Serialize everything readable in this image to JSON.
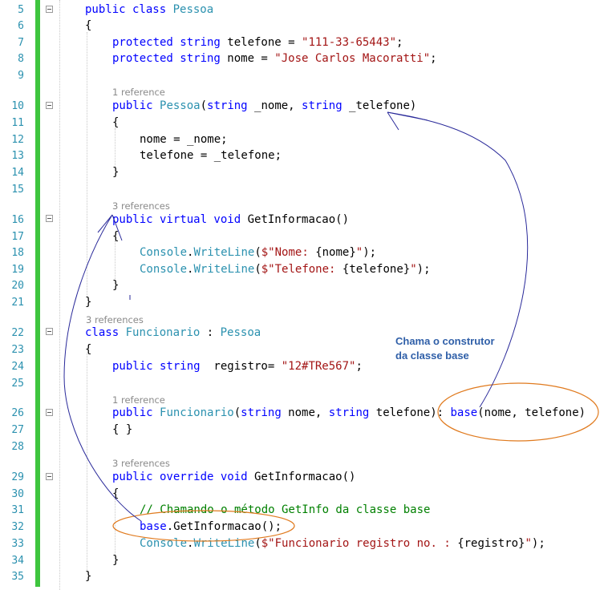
{
  "gutter": {
    "line_numbers": [
      "5",
      "6",
      "7",
      "8",
      "9",
      "10",
      "11",
      "12",
      "13",
      "14",
      "15",
      "16",
      "17",
      "18",
      "19",
      "20",
      "21",
      "22",
      "23",
      "24",
      "25",
      "26",
      "27",
      "28",
      "29",
      "30",
      "31",
      "32",
      "33",
      "34",
      "35"
    ]
  },
  "code_lens": [
    "1 reference",
    "3 references",
    "3 references",
    "1 reference",
    "3 references"
  ],
  "code": {
    "l5_kw": "public class",
    "l5_cls": "Pessoa",
    "l6": "{",
    "l7_kw": "protected string",
    "l7_id": " telefone = ",
    "l7_str": "\"111-33-65443\"",
    "l7_end": ";",
    "l8_kw": "protected string",
    "l8_id": " nome = ",
    "l8_str": "\"Jose Carlos Macoratti\"",
    "l8_end": ";",
    "l10_kw": "public",
    "l10_cls": "Pessoa",
    "l10_p1": "(",
    "l10_kw2": "string",
    "l10_p2": " _nome, ",
    "l10_kw3": "string",
    "l10_p3": " _telefone)",
    "l11": "{",
    "l12": "nome = _nome;",
    "l13": "telefone = _telefone;",
    "l14": "}",
    "l16_kw": "public virtual void",
    "l16_id": " GetInformacao()",
    "l17": "{",
    "l18_cls": "Console",
    "l18_p1": ".",
    "l18_m": "WriteLine",
    "l18_p2": "(",
    "l18_str1": "$\"Nome: ",
    "l18_interp": "{nome}",
    "l18_str2": "\"",
    "l18_end": ");",
    "l19_cls": "Console",
    "l19_p1": ".",
    "l19_m": "WriteLine",
    "l19_p2": "(",
    "l19_str1": "$\"Telefone: ",
    "l19_interp": "{telefone}",
    "l19_str2": "\"",
    "l19_end": ");",
    "l20": "}",
    "l21": "}",
    "l22_kw": "class",
    "l22_cls": "Funcionario",
    "l22_sep": " : ",
    "l22_base": "Pessoa",
    "l23": "{",
    "l24_kw": "public string",
    "l24_id": "  registro= ",
    "l24_str": "\"12#TRe567\"",
    "l24_end": ";",
    "l26_kw": "public",
    "l26_cls": "Funcionario",
    "l26_p1": "(",
    "l26_kw2": "string",
    "l26_p2": " nome, ",
    "l26_kw3": "string",
    "l26_p3": " telefone): ",
    "l26_kw4": "base",
    "l26_p4": "(nome, telefone)",
    "l27": "{ }",
    "l29_kw": "public override void",
    "l29_id": " GetInformacao()",
    "l30": "{",
    "l31": "// Chamando o método GetInfo da classe base",
    "l32_kw": "base",
    "l32_id": ".GetInformacao();",
    "l33_cls": "Console",
    "l33_p1": ".",
    "l33_m": "WriteLine",
    "l33_p2": "(",
    "l33_str1": "$\"Funcionario registro no. : ",
    "l33_interp": "{registro}",
    "l33_str2": "\"",
    "l33_end": ");",
    "l34": "}",
    "l35": "}"
  },
  "annotation": {
    "line1": "Chama o construtor",
    "line2": "da classe base"
  },
  "colors": {
    "keyword": "#0000ff",
    "type": "#2b91af",
    "string": "#a31515",
    "comment": "#008000",
    "line_number": "#2b91af",
    "change_bar": "#3ec53e",
    "annotation": "#2f5fa8",
    "ellipse": "#e07a1e"
  }
}
